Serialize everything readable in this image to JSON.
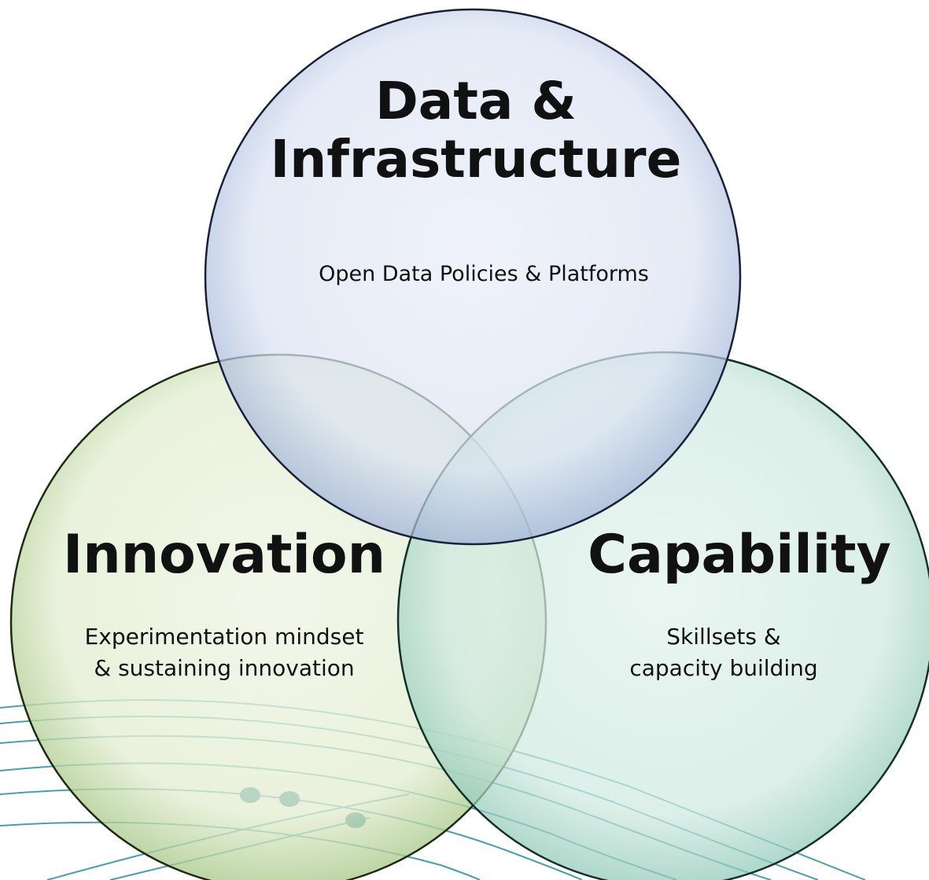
{
  "diagram": {
    "circles": [
      {
        "id": "data",
        "title_line1": "Data &",
        "title_line2": "Infrastructure",
        "description": "Open Data Policies & Platforms",
        "fill": "#c9d6ec",
        "stroke": "#1a1f3a"
      },
      {
        "id": "innovation",
        "title": "Innovation",
        "description_line1": "Experimentation mindset",
        "description_line2": "& sustaining innovation",
        "fill": "#dfeccb",
        "stroke": "#1f2a12"
      },
      {
        "id": "capability",
        "title": "Capability",
        "description_line1": "Skillsets &",
        "description_line2": "capacity building",
        "fill": "#c6e6dc",
        "stroke": "#123028"
      }
    ],
    "decoration_color": "#1f7a8c"
  }
}
